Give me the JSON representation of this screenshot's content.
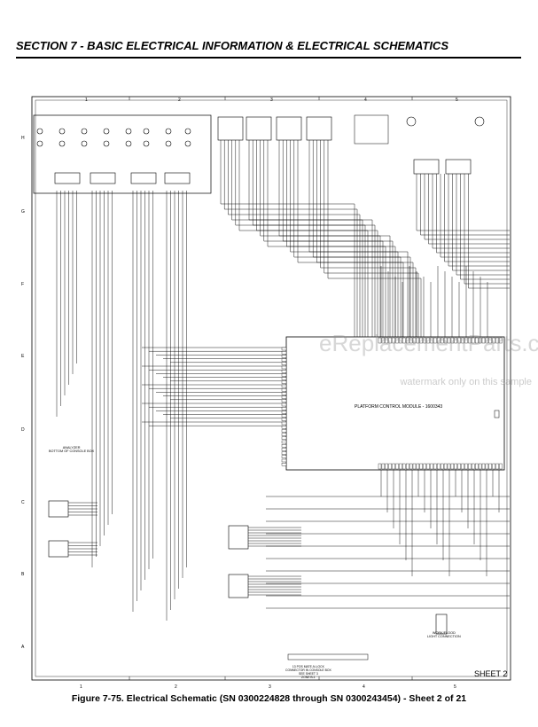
{
  "header": {
    "title": "SECTION 7 - BASIC ELECTRICAL INFORMATION & ELECTRICAL SCHEMATICS"
  },
  "caption": "Figure 7-75.  Electrical Schematic (SN 0300224828 through SN 0300243454) - Sheet 2 of 21",
  "sheet_label": "SHEET 2",
  "module_label": "PLATFORM CONTROL MODULE - 1600343",
  "console_label": "ANALYZER\nBOTTOM OF CONSOLE BOX",
  "light_label": "WORK/FLOOD\nLIGHT CONNECTION",
  "lockout_label": "13 POS MATE-N-LOCK\nCONNECTOR IN CONSOLE BOX\nSEE SHEET 3\nZONE B-1",
  "watermark": "eReplacementParts.com",
  "watermark_sub": "watermark only on this sample",
  "columns_top": [
    "1",
    "2",
    "3",
    "4",
    "5"
  ],
  "columns_bottom": [
    "1",
    "2",
    "3",
    "4",
    "5"
  ],
  "rows": [
    "H",
    "G",
    "F",
    "E",
    "D",
    "C",
    "B",
    "A"
  ]
}
